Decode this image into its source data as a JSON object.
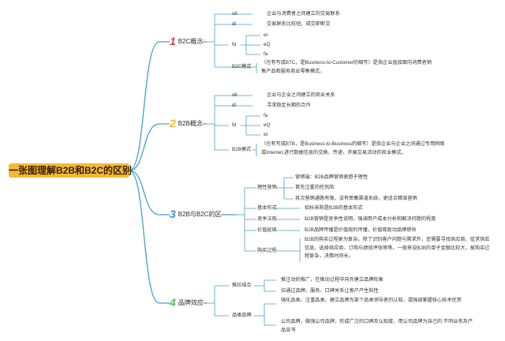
{
  "root_title": "一张图理解B2B和B2C的区别",
  "colors": {
    "root": "#f4b83a",
    "b2c": "#e8403a",
    "b2b": "#f5b820",
    "diff": "#3a8fd4",
    "brand": "#5cb85c",
    "line": "#4a9ec8"
  },
  "b2c": {
    "number": "1",
    "title": "B2C概念",
    "sk": "sK",
    "sk_text": "企业与消费者之间建立的交易联系",
    "dl": "dl",
    "dl_text": "交易联系比较短，成交即断交",
    "fd": "fd",
    "fd_items": [
      "et",
      "eQ",
      "fa"
    ],
    "model_label": "B2C模式",
    "model_text": "（也有写成BTC，是Business-to-Customer的缩写）是指企业直接面向消费者销售产品和服务商业零售模式。"
  },
  "b2b": {
    "number": "2",
    "title": "B2B概念",
    "sk": "sK",
    "sk_text": "企业与企业之间建立的商业关系",
    "dl": "dl",
    "dl_text": "寻求稳定长期的合作",
    "fd": "fd",
    "fd_items": [
      "fa",
      "eQ",
      "et"
    ],
    "model_label": "B2B模式",
    "model_text": "（也有写成BTB，是Business-to-Business的缩写）是指企业与企业之间通过专用网络或Internet,进行数据信息的交换、传递，开展交易活动的商业模式。"
  },
  "diff": {
    "number": "3",
    "title": "B2B与B2C的区",
    "marketing_label": "理性营销",
    "marketing_items": [
      "营销端：B2B品牌营销更趋于理性",
      "首先注重的控风险",
      "其次营销通路有限，没有密集渠道系统，更适合精准营销"
    ],
    "basic_label": "基本形式",
    "basic_text": "招标采购是B2B的基本形式",
    "compete_label": "竞争法则",
    "compete_text": "B2B营销是竞争性说明，强调用户成本分析和解决问题的程度",
    "value_label": "价值延续",
    "value_text": "B2B品牌传播是价值观的传播，价值观驱动品牌使命",
    "purchase_label": "购买过程",
    "purchase_text": "B2B的购买过程更为复杂，除了识别客户问题与需求外，还需要寻找供应商、征求供应信息、选择供应商、订购与绩效评估等等。一般来说B2B的单子金额比较大，故购买过程复杂，决策时间长。"
  },
  "brand": {
    "number": "4",
    "title": "品牌效应",
    "push_label": "推拉结合",
    "push_items": [
      "推注动的推广，在推动过程中向外建立品牌形象",
      "拉通过品牌、服务、口碑关系让客户产生粘性"
    ],
    "strong_label": "品类品牌",
    "strong_items": [
      "强化品类、注重品类，建立品牌为某个品类领导者的认知，或强调掌握核心技术优势",
      "公司品牌，做强公司品牌，形成广泛的口碑及认知度，用公司品牌为自己的 不同业务及产品背书"
    ]
  }
}
